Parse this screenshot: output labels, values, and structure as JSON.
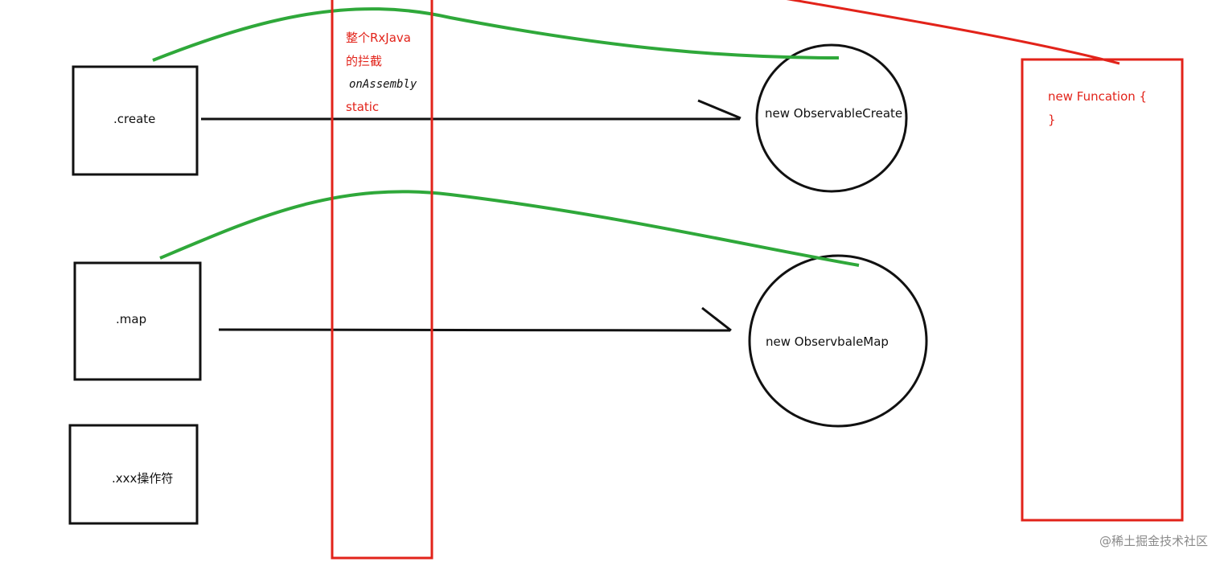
{
  "nodes": {
    "create": ".create",
    "map": ".map",
    "xxx": ".xxx操作符",
    "observable_create": "new ObservableCreate",
    "observable_map": "new ObservbaleMap"
  },
  "intercept": {
    "line1": "整个RxJava",
    "line2": "的拦截",
    "line3": "onAssembly",
    "line4": "static"
  },
  "function_box": {
    "line1": "new Funcation {",
    "line2": "}"
  },
  "watermark": "@稀土掘金技术社区",
  "colors": {
    "black": "#111111",
    "red": "#e2231a",
    "green": "#2fa83a"
  }
}
